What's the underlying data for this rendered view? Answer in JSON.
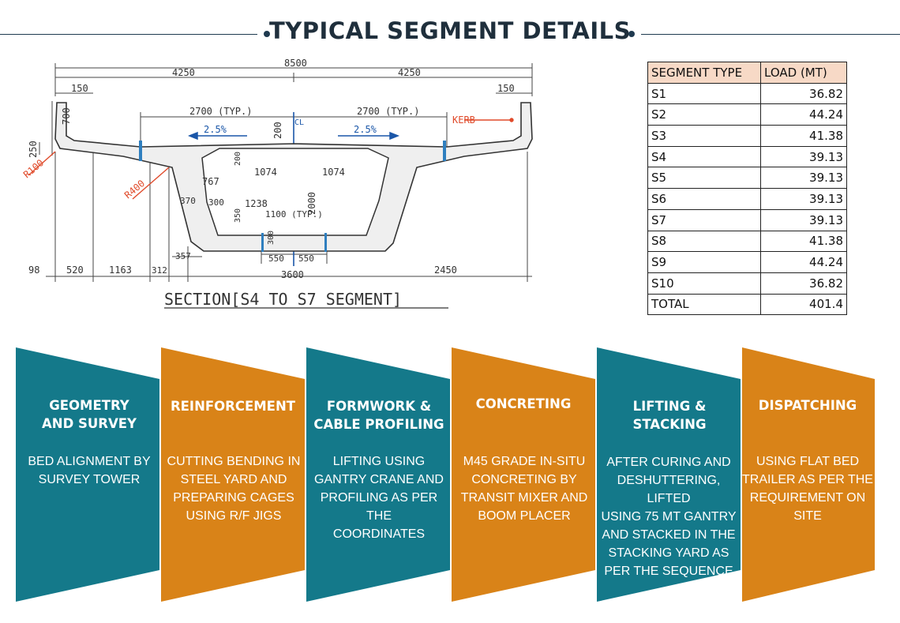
{
  "page": {
    "title": "TYPICAL SEGMENT DETAILS",
    "colors": {
      "teal": "#14798a",
      "orange": "#d98318",
      "title_rule": "#1f3a4f",
      "table_header": "#f7d9c6"
    }
  },
  "drawing": {
    "section_label": "SECTION[S4 TO S7 SEGMENT]",
    "dims": {
      "overall": "8500",
      "half_left": "4250",
      "half_right": "4250",
      "kerb_left": "150",
      "kerb_right": "150",
      "typ_left": "2700 (TYP.)",
      "typ_right": "2700 (TYP.)",
      "kerb_height": "700",
      "edge": "250",
      "deck": "200",
      "slope_left": "2.5%",
      "slope_right": "2.5%",
      "kerb_label": "KERB",
      "cl": "CL",
      "r100": "R100",
      "r400": "R400",
      "haunch": "200",
      "top_web_left": "1074",
      "top_web_right": "1074",
      "web": "767",
      "web2": "370",
      "bottom_haunch": "300",
      "inner_bottom": "1238",
      "bottom_typ": "1100 (TYP.)",
      "depth": "2000",
      "bottom_haunch_v": "350",
      "bottom_slab": "300",
      "cable_left": "550",
      "cable_right": "550",
      "web_foot": "357",
      "b_98": "98",
      "b_520": "520",
      "b_1163": "1163",
      "b_312": "312",
      "b_3600": "3600",
      "b_2450": "2450"
    }
  },
  "load_table": {
    "headers": [
      "SEGMENT TYPE",
      "LOAD (MT)"
    ],
    "rows": [
      [
        "S1",
        "36.82"
      ],
      [
        "S2",
        "44.24"
      ],
      [
        "S3",
        "41.38"
      ],
      [
        "S4",
        "39.13"
      ],
      [
        "S5",
        "39.13"
      ],
      [
        "S6",
        "39.13"
      ],
      [
        "S7",
        "39.13"
      ],
      [
        "S8",
        "41.38"
      ],
      [
        "S9",
        "44.24"
      ],
      [
        "S10",
        "36.82"
      ],
      [
        "TOTAL",
        "401.4"
      ]
    ]
  },
  "steps": [
    {
      "title_lines": [
        "GEOMETRY",
        "AND SURVEY"
      ],
      "body_lines": [
        "BED ALIGNMENT BY",
        "SURVEY TOWER"
      ],
      "color": "#14798a"
    },
    {
      "title_lines": [
        "REINFORCEMENT"
      ],
      "body_lines": [
        "CUTTING BENDING IN",
        "STEEL YARD AND",
        "PREPARING CAGES",
        "USING R/F JIGS"
      ],
      "color": "#d98318"
    },
    {
      "title_lines": [
        "FORMWORK &",
        "CABLE PROFILING"
      ],
      "body_lines": [
        "LIFTING USING",
        "GANTRY CRANE AND",
        "PROFILING AS PER THE",
        "COORDINATES"
      ],
      "color": "#14798a"
    },
    {
      "title_lines": [
        "CONCRETING"
      ],
      "body_lines": [
        "M45 GRADE IN-SITU",
        "CONCRETING BY",
        "TRANSIT MIXER AND",
        "BOOM PLACER"
      ],
      "color": "#d98318"
    },
    {
      "title_lines": [
        "LIFTING &",
        "STACKING"
      ],
      "body_lines": [
        "AFTER CURING AND",
        "DESHUTTERING, LIFTED",
        "USING 75 MT GANTRY",
        "AND STACKED IN THE",
        "STACKING YARD AS",
        "PER THE SEQUENCE"
      ],
      "color": "#14798a"
    },
    {
      "title_lines": [
        "DISPATCHING"
      ],
      "body_lines": [
        "USING FLAT BED",
        "TRAILER AS PER THE",
        "REQUIREMENT ON SITE"
      ],
      "color": "#d98318"
    }
  ]
}
